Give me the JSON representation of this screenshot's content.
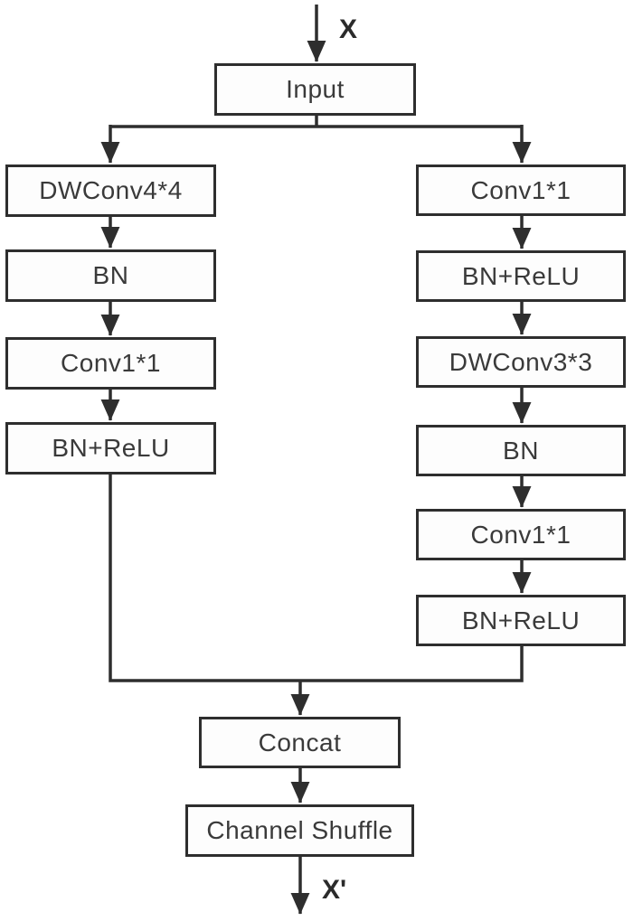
{
  "figure": {
    "type": "flowchart",
    "input_annotation": "X",
    "output_annotation": "X'",
    "nodes": {
      "input": "Input",
      "concat": "Concat",
      "channel_shuffle": "Channel Shuffle"
    },
    "left_branch": [
      "DWConv4*4",
      "BN",
      "Conv1*1",
      "BN+ReLU"
    ],
    "right_branch": [
      "Conv1*1",
      "BN+ReLU",
      "DWConv3*3",
      "BN",
      "Conv1*1",
      "BN+ReLU"
    ],
    "colors": {
      "line": "#2e2e2e",
      "text": "#3a3a3a",
      "box_background": "#fdfdfd",
      "page_background": "#ffffff"
    }
  }
}
